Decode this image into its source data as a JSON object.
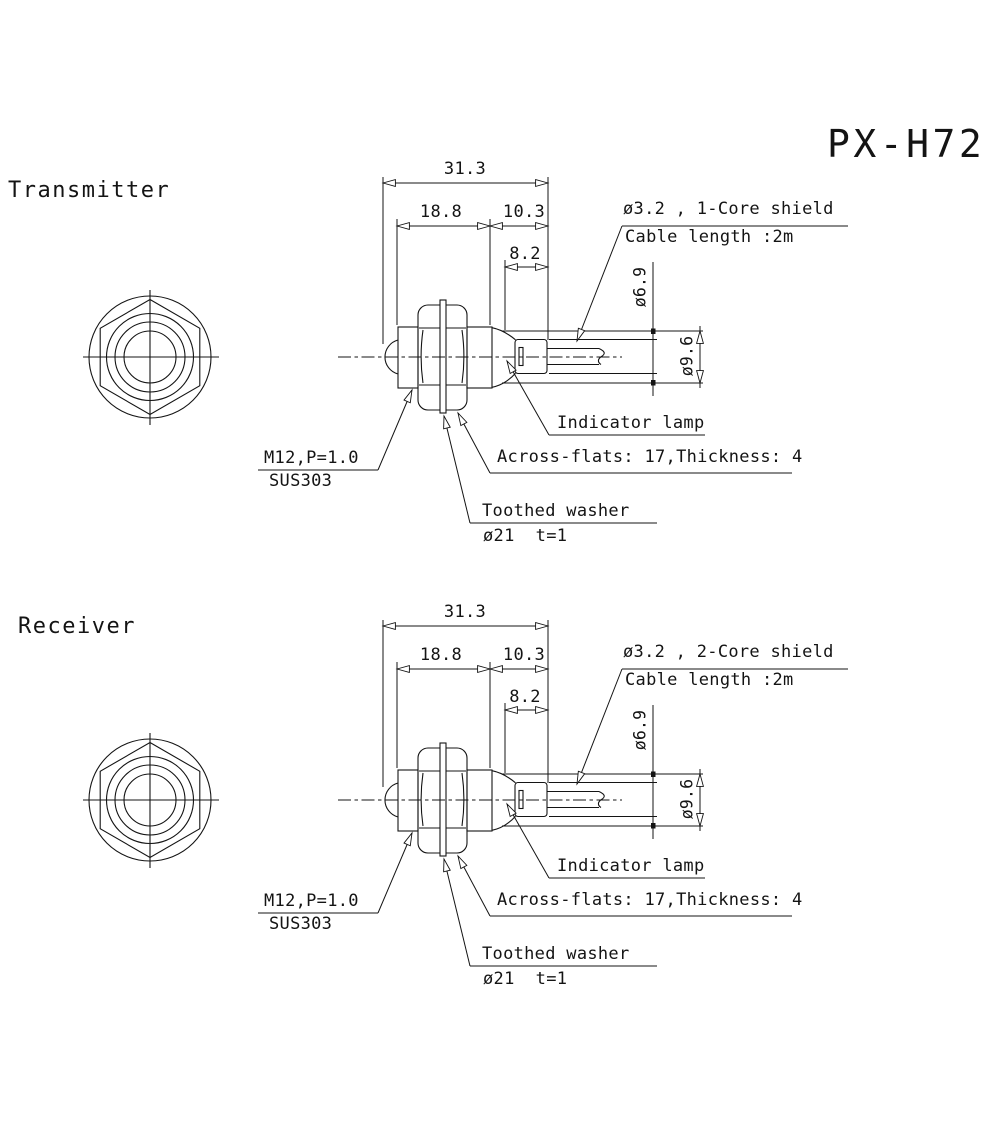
{
  "title": "PX-H72",
  "units": [
    {
      "name": "Transmitter",
      "cable_spec": "ø3.2 , 1-Core shield",
      "cable_length": "Cable length :2m",
      "dims": {
        "overall": "31.3",
        "front": "18.8",
        "rear": "10.3",
        "tip": "8.2",
        "dia_body": "ø6.9",
        "dia_shoulder": "ø9.6"
      },
      "labels": {
        "indicator": "Indicator lamp",
        "thread": "M12,P=1.0",
        "material": "SUS303",
        "across_flats": "Across-flats: 17,Thickness: 4",
        "washer": "Toothed washer",
        "washer_size": "ø21  t=1"
      }
    },
    {
      "name": "Receiver",
      "cable_spec": "ø3.2 , 2-Core shield",
      "cable_length": "Cable length :2m",
      "dims": {
        "overall": "31.3",
        "front": "18.8",
        "rear": "10.3",
        "tip": "8.2",
        "dia_body": "ø6.9",
        "dia_shoulder": "ø9.6"
      },
      "labels": {
        "indicator": "Indicator lamp",
        "thread": "M12,P=1.0",
        "material": "SUS303",
        "across_flats": "Across-flats: 17,Thickness: 4",
        "washer": "Toothed washer",
        "washer_size": "ø21  t=1"
      }
    }
  ]
}
